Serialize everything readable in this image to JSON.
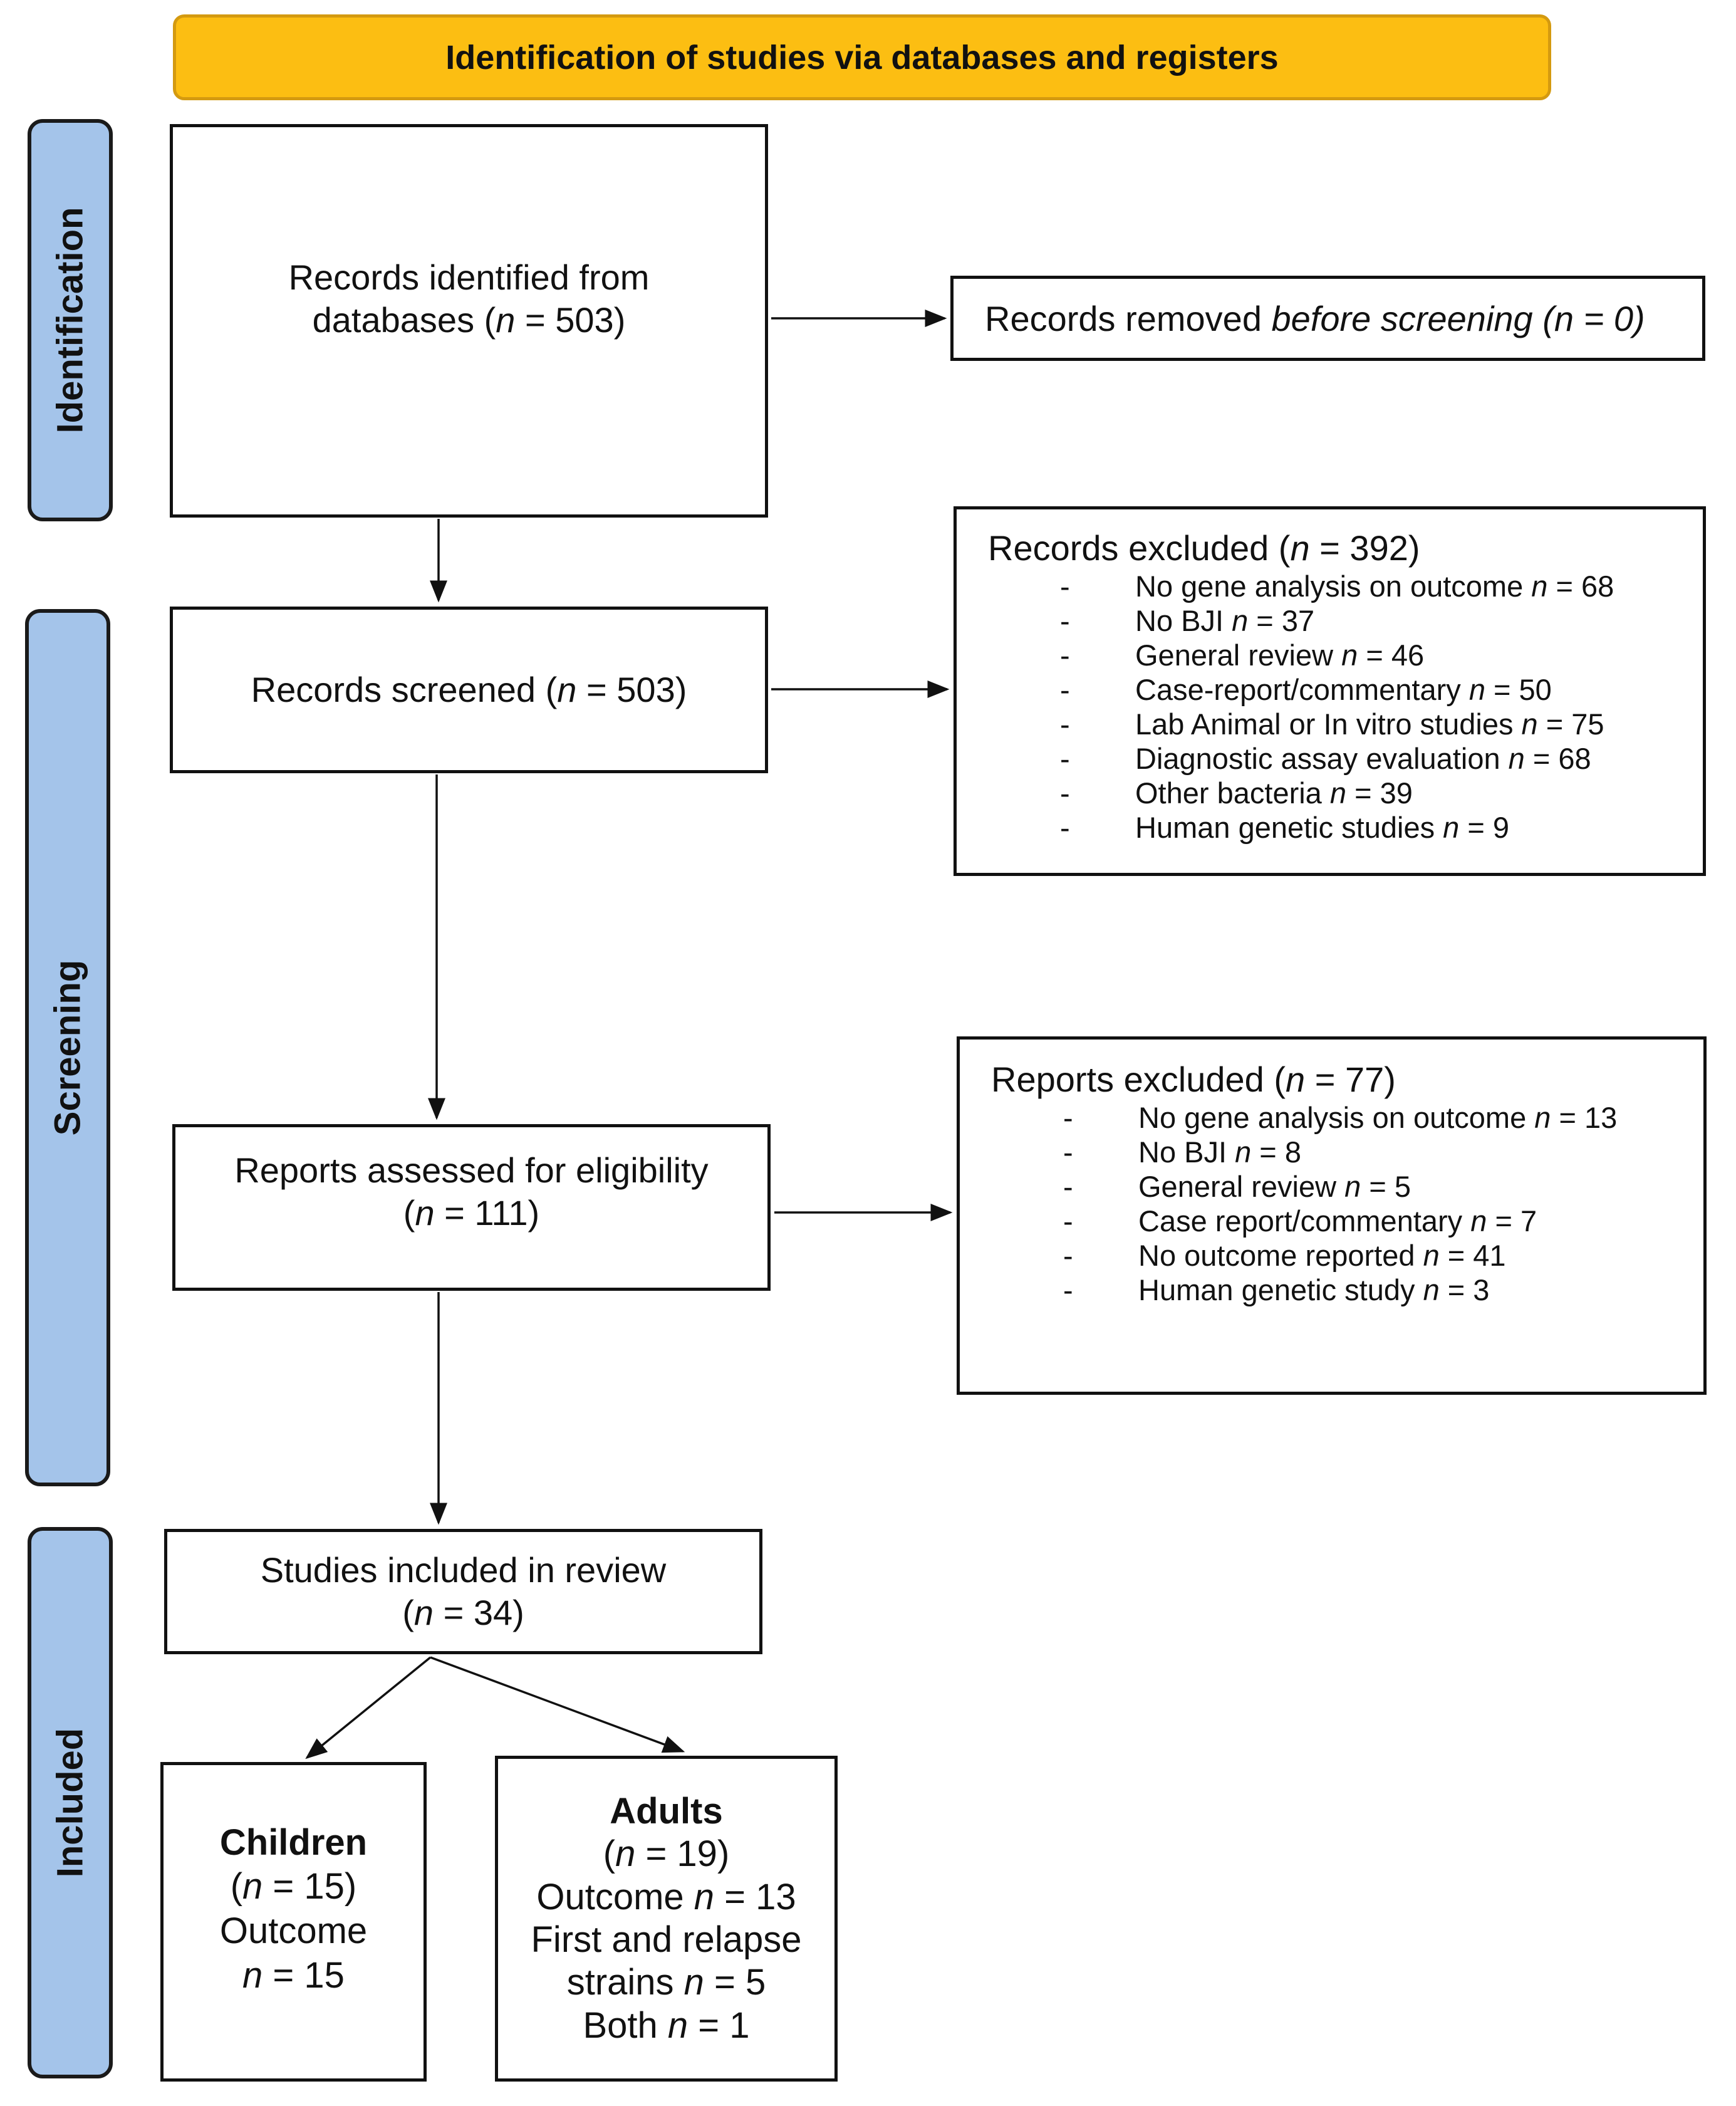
{
  "header": {
    "title": "Identification of studies via databases and registers"
  },
  "phases": {
    "identification": "Identification",
    "screening": "Screening",
    "included": "Included"
  },
  "identified": {
    "line1": "Records identified from",
    "line2": "databases (",
    "n": "n",
    "value": " = 503)"
  },
  "removed": {
    "prefix": "Records removed ",
    "italic": "before screening (n = 0)"
  },
  "screened": {
    "prefix": "Records screened (",
    "n": "n",
    "value": " = 503)"
  },
  "records_excluded": {
    "title_prefix": "Records excluded (",
    "title_n": "n",
    "title_value": " = 392)",
    "items": [
      {
        "label": "No gene analysis on outcome ",
        "n": "n",
        "value": " = 68"
      },
      {
        "label": "No BJI ",
        "n": "n",
        "value": " = 37"
      },
      {
        "label": "General review ",
        "n": "n",
        "value": " = 46"
      },
      {
        "label": "Case-report/commentary ",
        "n": "n",
        "value": " = 50"
      },
      {
        "label": "Lab Animal or In vitro studies ",
        "n": "n",
        "value": " = 75"
      },
      {
        "label": "Diagnostic assay evaluation ",
        "n": "n",
        "value": " = 68"
      },
      {
        "label": "Other bacteria ",
        "n": "n",
        "value": " = 39"
      },
      {
        "label": "Human genetic studies ",
        "n": "n",
        "value": " = 9"
      }
    ]
  },
  "eligibility": {
    "line1": "Reports assessed for eligibility",
    "line2_prefix": "(",
    "n": "n",
    "value": " = 111)"
  },
  "reports_excluded": {
    "title_prefix": "Reports excluded (",
    "title_n": "n",
    "title_value": " = 77)",
    "items": [
      {
        "label": "No gene analysis on outcome ",
        "n": "n",
        "value": " = 13"
      },
      {
        "label": "No BJI ",
        "n": "n",
        "value": " = 8"
      },
      {
        "label": "General review ",
        "n": "n",
        "value": " = 5"
      },
      {
        "label": "Case report/commentary ",
        "n": "n",
        "value": " = 7"
      },
      {
        "label": "No outcome reported ",
        "n": "n",
        "value": " = 41"
      },
      {
        "label": "Human genetic study ",
        "n": "n",
        "value": " = 3"
      }
    ]
  },
  "included": {
    "line1": "Studies included in review",
    "line2_prefix": "(",
    "n": "n",
    "value": " = 34)"
  },
  "children": {
    "title": "Children",
    "count_prefix": "(",
    "count_n": "n",
    "count_value": " = 15)",
    "outcome_label": "Outcome",
    "outcome_n": "n",
    "outcome_value": " = 15"
  },
  "adults": {
    "title": "Adults",
    "count_prefix": "(",
    "count_n": "n",
    "count_value": " = 19)",
    "outcome_label": "Outcome ",
    "outcome_n": "n",
    "outcome_value": " = 13",
    "relapse_line1": "First and relapse",
    "relapse_line2": "strains ",
    "relapse_n": "n",
    "relapse_value": " = 5",
    "both_label": "Both ",
    "both_n": "n",
    "both_value": " = 1"
  }
}
